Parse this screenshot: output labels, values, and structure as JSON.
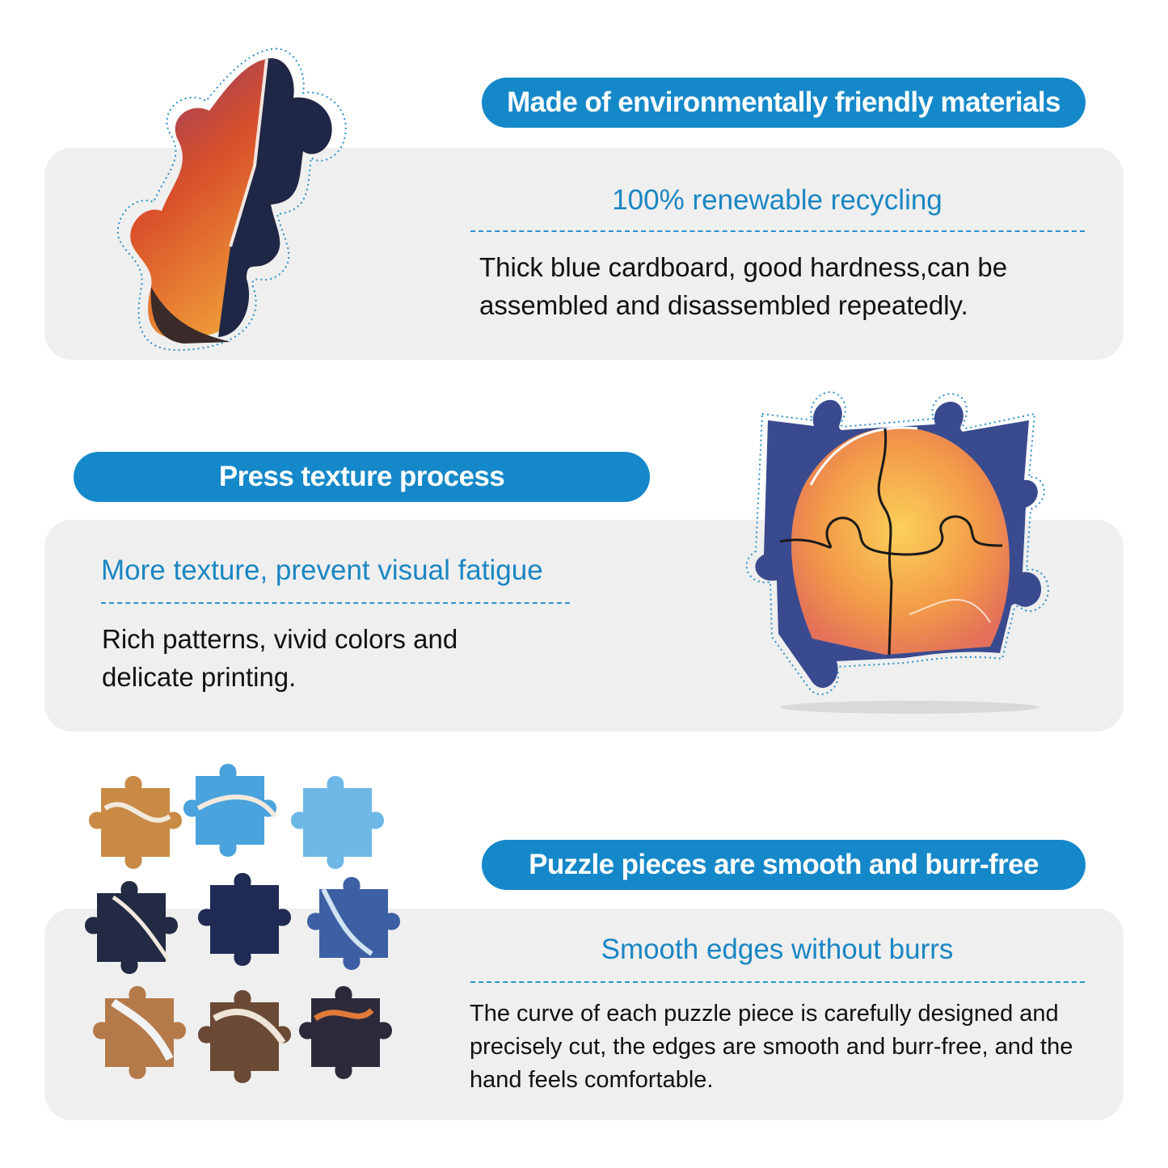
{
  "sections": [
    {
      "badge": "Made of environmentally friendly materials",
      "subtitle": "100% renewable recycling",
      "body": "Thick blue cardboard, good hardness,can be assembled and disassembled repeatedly."
    },
    {
      "badge": "Press texture process",
      "subtitle": "More texture, prevent visual fatigue",
      "body": "Rich patterns, vivid colors and delicate printing."
    },
    {
      "badge": "Puzzle pieces are smooth and burr-free",
      "subtitle": "Smooth edges without burrs",
      "body": "The curve of each puzzle piece is carefully designed and precisely cut, the edges are smooth and burr-free, and the hand feels comfortable."
    }
  ],
  "colors": {
    "accent": "#1588c9",
    "panel": "#efefef",
    "subtitle": "#1a86c3"
  },
  "images": {
    "section1": "single-tilted-puzzle-piece",
    "section2": "four-interlocking-puzzle-pieces",
    "section3": "nine-puzzle-pieces-grid"
  }
}
